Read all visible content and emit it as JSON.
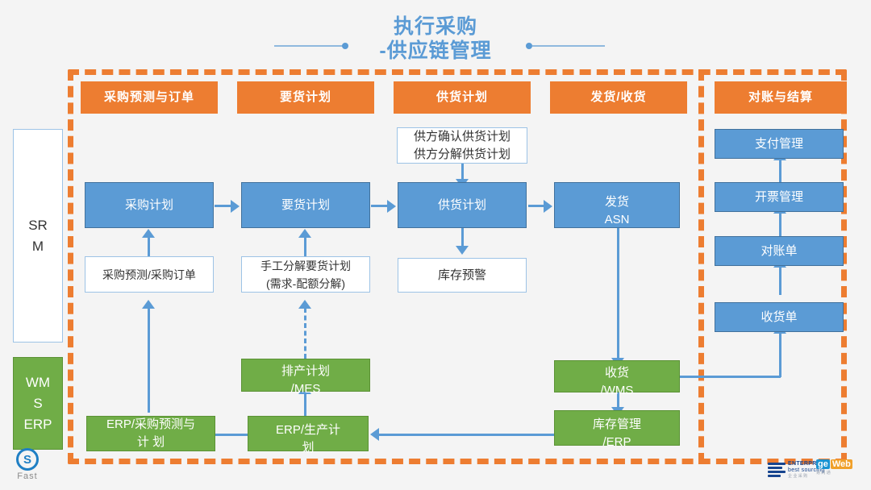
{
  "title": {
    "line1": "执行采购",
    "line2": "-供应链管理"
  },
  "columns": [
    {
      "key": "forecast_order",
      "label": "采购预测与订单"
    },
    {
      "key": "demand_plan",
      "label": "要货计划"
    },
    {
      "key": "supply_plan",
      "label": "供货计划"
    },
    {
      "key": "ship_receive",
      "label": "发货/收货"
    },
    {
      "key": "reconcile",
      "label": "对账与结算"
    }
  ],
  "side": {
    "srm": "SRM",
    "wms_erp": "WMS\nERP",
    "srm_l1": "SR",
    "srm_l2": "M",
    "wms_l1": "WM",
    "wms_l2": "S",
    "wms_l3": "ERP"
  },
  "nodes": {
    "purchase_plan": "采购计划",
    "demand_plan": "要货计划",
    "supply_plan": "供货计划",
    "shipment_asn_l1": "发货",
    "shipment_asn_l2": "ASN",
    "supplier_confirm_l1": "供方确认供货计划",
    "supplier_confirm_l2": "供方分解供货计划",
    "purchase_forecast": "采购预测/采购订单",
    "manual_split_l1": "手工分解要货计划",
    "manual_split_l2": "(需求-配额分解)",
    "stock_alert": "库存预警",
    "payment_mgmt": "支付管理",
    "invoice_mgmt": "开票管理",
    "statement": "对账单",
    "receipt_note": "收货单",
    "production_plan_l1": "排产计划",
    "production_plan_l2": "/MES",
    "erp_forecast_l1": "ERP/采购预测与",
    "erp_forecast_l2": "计 划",
    "erp_prod_l1": "ERP/生产计",
    "erp_prod_l2": "划",
    "receiving_l1": "收货",
    "receiving_l2": "/WMS",
    "inventory_l1": "库存管理",
    "inventory_l2": "/ERP"
  },
  "logos": {
    "fast_mark": "S",
    "fast_text": "Fast",
    "enterprise_l1": "ENTERPRISE",
    "enterprise_l2": "best sourcing",
    "enterprise_l3": "企 业 采 购",
    "geweb_g": "ge",
    "geweb_w": "Web",
    "geweb_sub": "易 网 通"
  },
  "colors": {
    "accent_orange": "#ED7D31",
    "accent_blue": "#5B9BD5",
    "accent_green": "#70AD47",
    "background": "#f4f4f4"
  }
}
